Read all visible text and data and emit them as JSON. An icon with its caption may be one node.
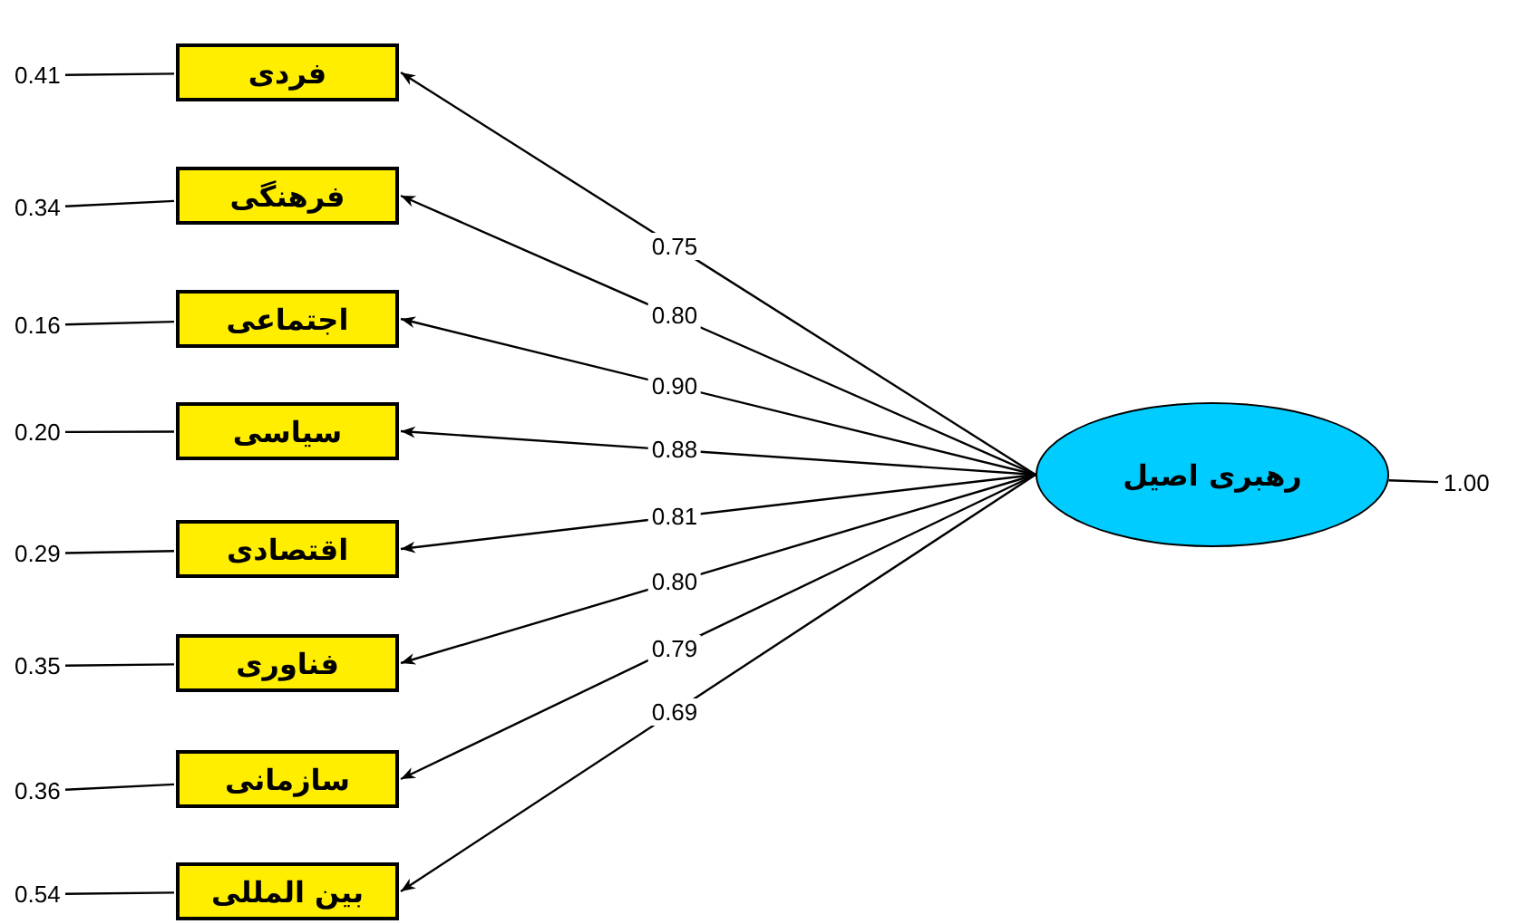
{
  "diagram": {
    "nodes": [
      {
        "text": [
          "فردی"
        ]
      },
      {
        "text": [
          "فرهنگی"
        ]
      },
      {
        "text": [
          "اجتماعی"
        ]
      },
      {
        "text": [
          "سیاسی"
        ]
      },
      {
        "text": [
          "اقتصادی"
        ]
      },
      {
        "text": [
          "فناوری"
        ]
      },
      {
        "text": [
          "سازمانی"
        ]
      },
      {
        "text": [
          "بین المللی"
        ]
      },
      {
        "text": [
          "رهبری اصیل"
        ]
      },
      {
        "text": [
          "0.41"
        ]
      },
      {
        "text": [
          "0.34"
        ]
      },
      {
        "text": [
          "0.16"
        ]
      },
      {
        "text": [
          "0.20"
        ]
      },
      {
        "text": [
          "0.29"
        ]
      },
      {
        "text": [
          "0.35"
        ]
      },
      {
        "text": [
          "0.36"
        ]
      },
      {
        "text": [
          "0.54"
        ]
      },
      {
        "text": [
          "1.00"
        ]
      }
    ],
    "edges": [
      {
        "from": 8,
        "to": 0,
        "arrow": "to",
        "label": "0.75"
      },
      {
        "from": 8,
        "to": 1,
        "arrow": "to",
        "label": "0.80"
      },
      {
        "from": 8,
        "to": 2,
        "arrow": "to",
        "label": "0.90"
      },
      {
        "from": 8,
        "to": 3,
        "arrow": "to",
        "label": "0.88"
      },
      {
        "from": 8,
        "to": 4,
        "arrow": "to",
        "label": "0.81"
      },
      {
        "from": 8,
        "to": 5,
        "arrow": "to",
        "label": "0.80"
      },
      {
        "from": 8,
        "to": 6,
        "arrow": "to",
        "label": "0.79"
      },
      {
        "from": 8,
        "to": 7,
        "arrow": "to",
        "label": "0.69"
      },
      {
        "from": 9,
        "to": 0,
        "arrow": "none"
      },
      {
        "from": 10,
        "to": 1,
        "arrow": "none"
      },
      {
        "from": 11,
        "to": 2,
        "arrow": "none"
      },
      {
        "from": 12,
        "to": 3,
        "arrow": "none"
      },
      {
        "from": 13,
        "to": 4,
        "arrow": "none"
      },
      {
        "from": 14,
        "to": 5,
        "arrow": "none"
      },
      {
        "from": 15,
        "to": 6,
        "arrow": "none"
      },
      {
        "from": 16,
        "to": 7,
        "arrow": "none"
      },
      {
        "from": 17,
        "to": 8,
        "arrow": "none"
      }
    ]
  }
}
